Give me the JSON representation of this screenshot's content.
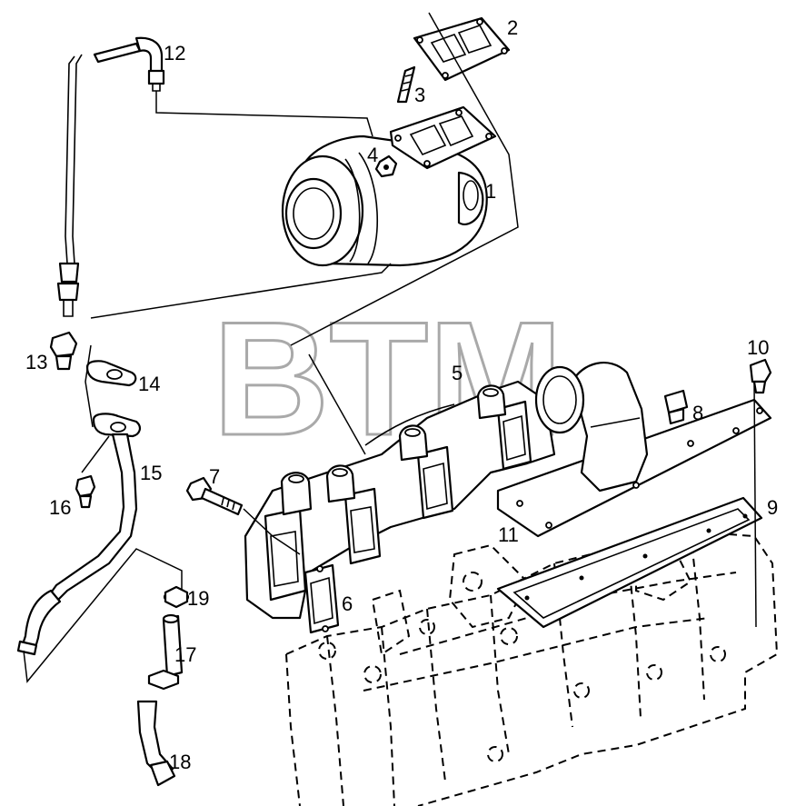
{
  "watermark": {
    "text": "BTM",
    "registered_mark": "®",
    "color": "#a9a9a9"
  },
  "callouts": [
    {
      "id": "1",
      "label": "1"
    },
    {
      "id": "2",
      "label": "2"
    },
    {
      "id": "3",
      "label": "3"
    },
    {
      "id": "4",
      "label": "4"
    },
    {
      "id": "5",
      "label": "5"
    },
    {
      "id": "6",
      "label": "6"
    },
    {
      "id": "7",
      "label": "7"
    },
    {
      "id": "8",
      "label": "8"
    },
    {
      "id": "9",
      "label": "9"
    },
    {
      "id": "10",
      "label": "10"
    },
    {
      "id": "11",
      "label": "11"
    },
    {
      "id": "12",
      "label": "12"
    },
    {
      "id": "13",
      "label": "13"
    },
    {
      "id": "14",
      "label": "14"
    },
    {
      "id": "15",
      "label": "15"
    },
    {
      "id": "16",
      "label": "16"
    },
    {
      "id": "17",
      "label": "17"
    },
    {
      "id": "18",
      "label": "18"
    },
    {
      "id": "19",
      "label": "19"
    }
  ]
}
